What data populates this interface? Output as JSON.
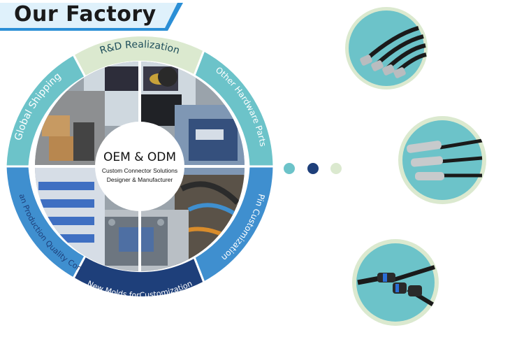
{
  "header": {
    "title": "Our Factory"
  },
  "wheel": {
    "segments": [
      {
        "label": "R&D Realization"
      },
      {
        "label": "Other Hardware Parts"
      },
      {
        "label": "Pin Customization"
      },
      {
        "label": "New Molds forCustomization"
      },
      {
        "label": "Lean Production  Quality Control"
      },
      {
        "label": "Global Shipping"
      }
    ],
    "center": {
      "title": "OEM & ODM",
      "line1": "Custom Connector Solutions",
      "line2": "Designer & Manufacturer"
    }
  },
  "colors": {
    "teal": "#6cc3c9",
    "light_green": "#dbe9cf",
    "blue": "#3f8fcf",
    "navy": "#1e3f7a",
    "header_blue": "#2b8fd6"
  },
  "dots": [
    "#6cc3c9",
    "#1e3f7a",
    "#dbe9cf"
  ],
  "products": [
    {
      "name": "m8-m12-cable-connectors"
    },
    {
      "name": "push-pull-circular-connectors"
    },
    {
      "name": "waterproof-m-series-connectors"
    }
  ]
}
